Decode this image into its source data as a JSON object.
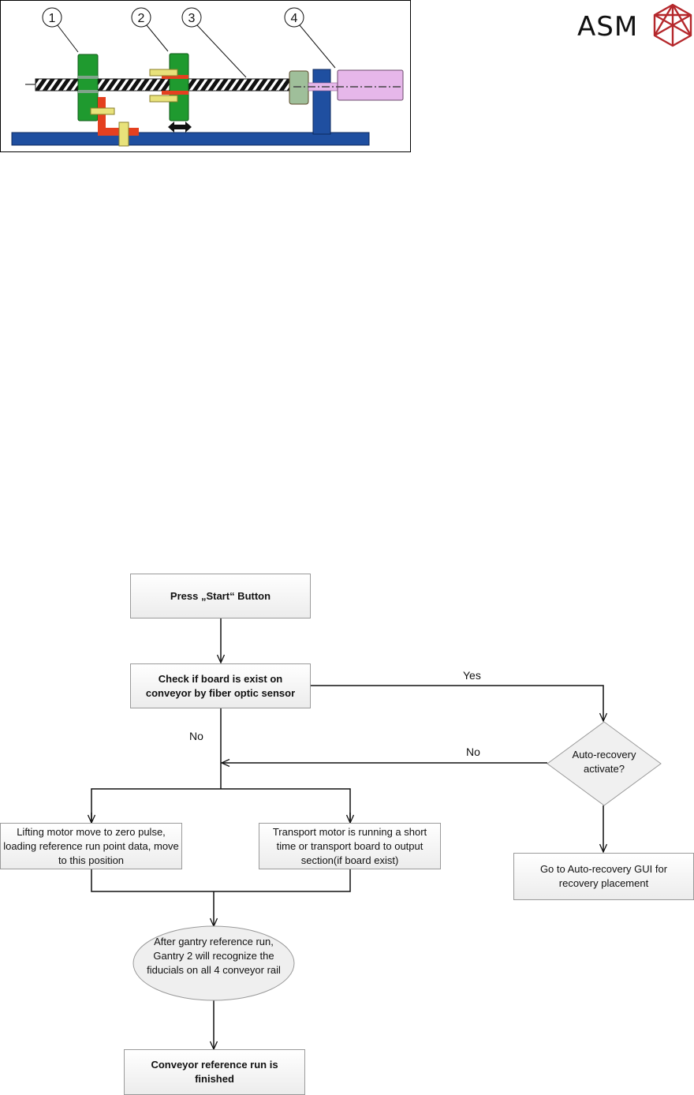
{
  "header": {
    "logo_text": "ASM",
    "logo_icon": "asm-geodesic-logo-icon",
    "brand_color": "#b5282c"
  },
  "figure": {
    "callouts": [
      "1",
      "2",
      "3",
      "4"
    ],
    "colors": {
      "base": "#1f4fa0",
      "carriage": "#1f9a2f",
      "bracket": "#e4401f",
      "bolt": "#e8e27a",
      "motor": "#e6b7ea",
      "coupling": "#9fbf9a"
    }
  },
  "flowchart": {
    "nodes": {
      "start": "Press „Start“ Button",
      "check": "Check if board is exist on conveyor by fiber optic sensor",
      "decision": "Auto-recovery activate?",
      "auto_gui": "Go to Auto-recovery GUI for recovery placement",
      "lifting": "Lifting motor move to zero pulse, loading reference run point data, move to this position",
      "transport": "Transport motor is running a short time or transport board to output section(if board exist)",
      "gantry": "After gantry reference run, Gantry 2 will recognize the fiducials on all 4 conveyor rail",
      "finished": "Conveyor reference run is finished"
    },
    "edge_labels": {
      "check_yes": "Yes",
      "check_no": "No",
      "decision_no": "No"
    }
  }
}
